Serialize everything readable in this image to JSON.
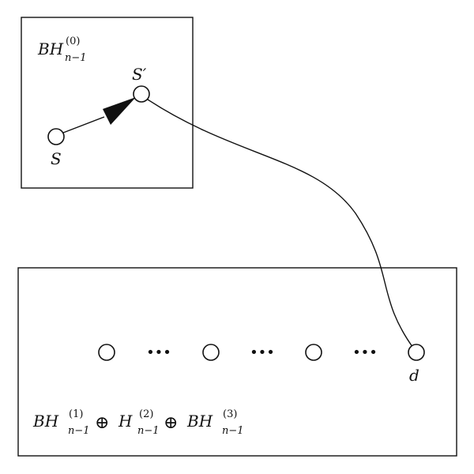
{
  "top_box": {
    "label": {
      "base": "BH",
      "sup": "(0)",
      "sub": "n−1"
    },
    "source_label": "S",
    "next_label": "S′"
  },
  "bottom_box": {
    "dest_label": "d",
    "ellipsis": [
      "•••",
      "•••",
      "•••"
    ],
    "formula": [
      {
        "base": "BH",
        "sup": "(1)",
        "sub": "n−1"
      },
      {
        "base": "H",
        "sup": "(2)",
        "sub": "n−1"
      },
      {
        "base": "BH",
        "sup": "(3)",
        "sub": "n−1"
      }
    ],
    "operator": "⊕"
  }
}
